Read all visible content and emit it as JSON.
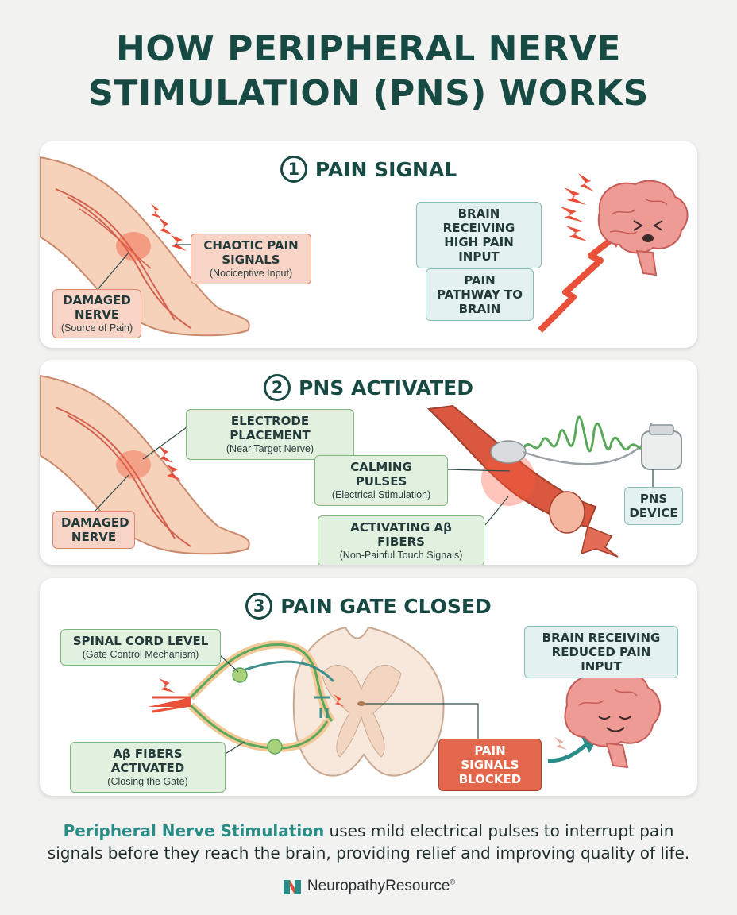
{
  "title": {
    "line1": "HOW PERIPHERAL NERVE",
    "line2": "STIMULATION (PNS) WORKS"
  },
  "panels": [
    {
      "number": "1",
      "heading": "PAIN SIGNAL",
      "labels": {
        "chaotic_main": "CHAOTIC PAIN SIGNALS",
        "chaotic_sub": "(Nociceptive Input)",
        "damaged_main": "DAMAGED NERVE",
        "damaged_sub": "(Source of Pain)",
        "brain_main": "BRAIN RECEIVING HIGH PAIN INPUT",
        "pathway_main": "PAIN PATHWAY TO BRAIN"
      }
    },
    {
      "number": "2",
      "heading": "PNS ACTIVATED",
      "labels": {
        "electrode_main": "ELECTRODE PLACEMENT",
        "electrode_sub": "(Near Target Nerve)",
        "damaged_main": "DAMAGED NERVE",
        "calming_main": "CALMING PULSES",
        "calming_sub": "(Electrical Stimulation)",
        "fibers_main": "ACTIVATING Aβ FIBERS",
        "fibers_sub": "(Non-Painful Touch Signals)",
        "device_main": "PNS DEVICE"
      }
    },
    {
      "number": "3",
      "heading": "PAIN GATE CLOSED",
      "labels": {
        "spinal_main": "SPINAL CORD LEVEL",
        "spinal_sub": "(Gate Control Mechanism)",
        "brain_main": "BRAIN RECEIVING REDUCED PAIN INPUT",
        "fibers_main": "Aβ FIBERS ACTIVATED",
        "fibers_sub": "(Closing the Gate)",
        "blocked_main": "PAIN SIGNALS BLOCKED"
      }
    }
  ],
  "caption": {
    "highlight": "Peripheral Nerve Stimulation",
    "rest_line1": " uses mild electrical pulses to interrupt pain",
    "line2": "signals before they reach the brain, providing relief and improving quality of life."
  },
  "logo": {
    "text": "NeuropathyResource",
    "mark": "®"
  },
  "colors": {
    "title": "#184a44",
    "pain_red": "#e8503a",
    "calm_green": "#5aa85a",
    "teal_accent": "#2a8c86",
    "brain_pink": "#ec8b86"
  }
}
